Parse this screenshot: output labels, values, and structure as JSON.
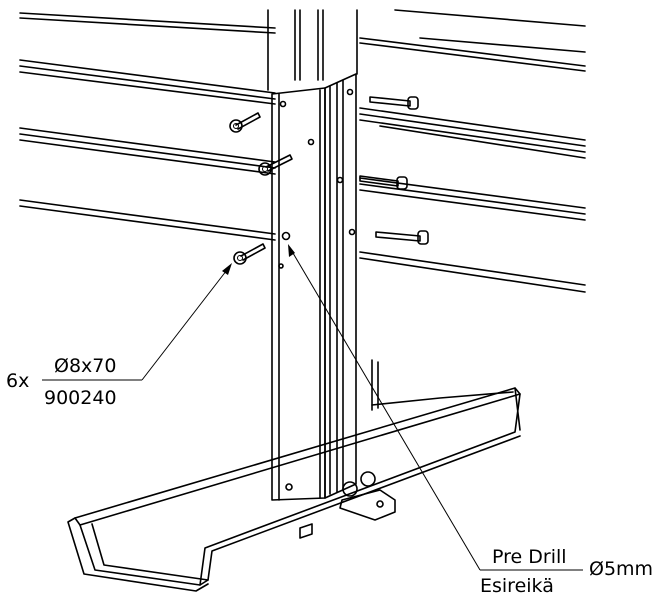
{
  "callouts": {
    "screw": {
      "quantity": "6x",
      "size": "Ø8x70",
      "part_number": "900240"
    },
    "drill": {
      "label_en": "Pre Drill",
      "label_fi": "Esireikä",
      "diameter": "Ø5mm"
    }
  }
}
